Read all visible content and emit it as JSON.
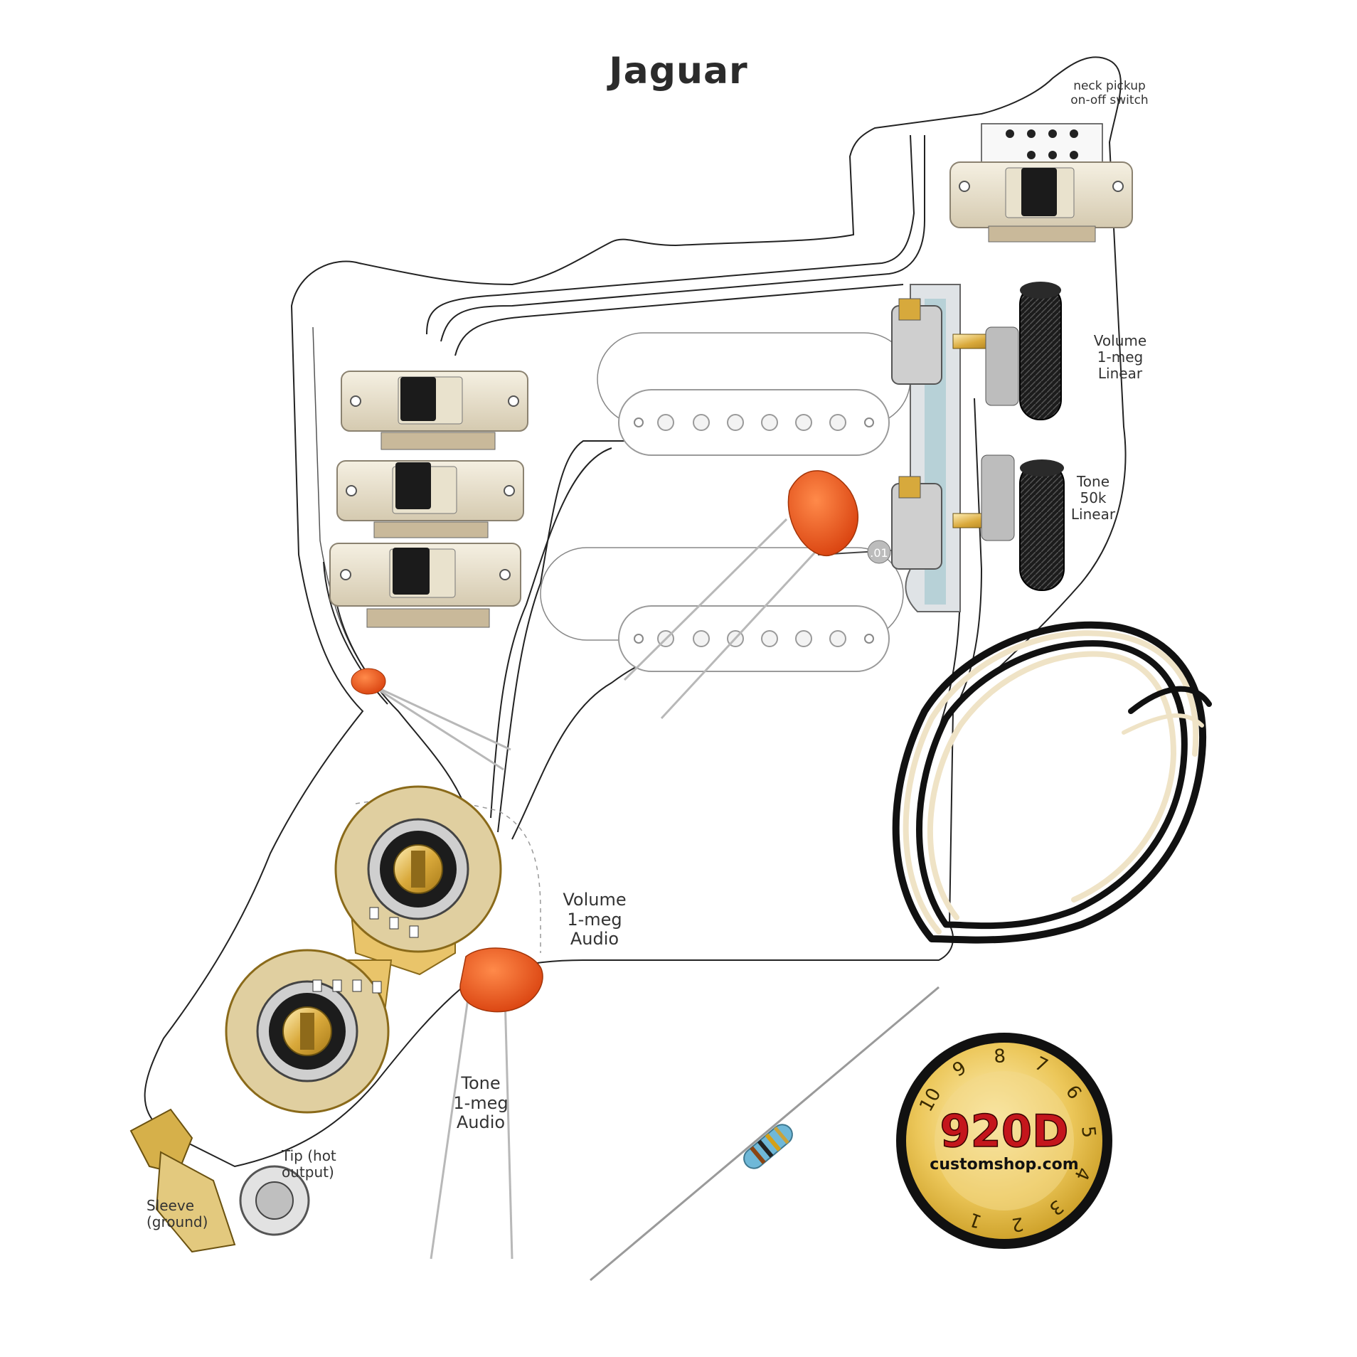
{
  "title": "Jaguar",
  "labels": {
    "neck_switch": [
      "neck pickup",
      "on-off switch"
    ],
    "volume_linear": [
      "Volume",
      "1-meg",
      "Linear"
    ],
    "tone_linear": [
      "Tone",
      "50k",
      "Linear"
    ],
    "volume_audio": [
      "Volume",
      "1-meg",
      "Audio"
    ],
    "tone_audio": [
      "Tone",
      "1-meg",
      "Audio"
    ],
    "tip": "Tip (hot output)",
    "sleeve": "Sleeve (ground)",
    "cap_value": ".01"
  },
  "knob": {
    "brand": "920D",
    "site": "customshop.com",
    "numbers": [
      "1",
      "2",
      "3",
      "4",
      "5",
      "6",
      "7",
      "8",
      "9",
      "10"
    ]
  },
  "colors": {
    "pickguard_line": "#222222",
    "capacitor": "#e8561f",
    "switch_metal": "#e7ddc6",
    "knob_gold": "#e9c04a",
    "brand_red": "#c4161c"
  }
}
